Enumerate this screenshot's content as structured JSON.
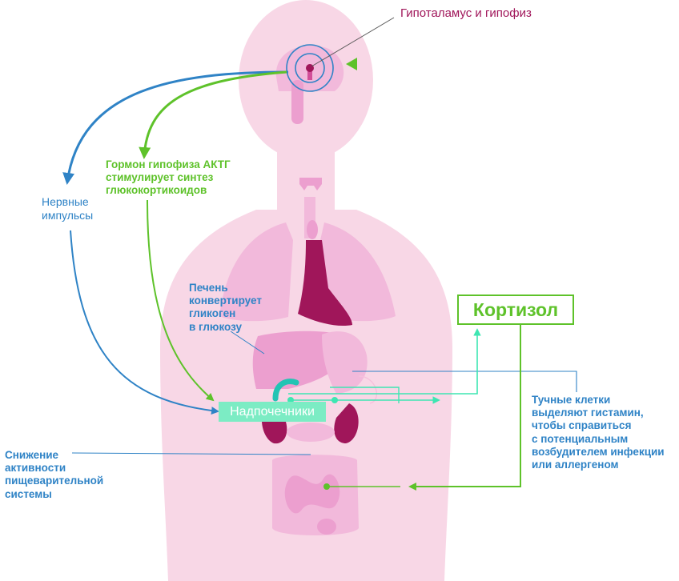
{
  "labels": {
    "hypothalamus": "Гипоталамус и гипофиз",
    "acth": "Гормон гипофиза АКТГ\nстимулирует синтез\nглюкокортикоидов",
    "nerve_impulses": "Нервные\nимпульсы",
    "liver": "Печень\nконвертирует\nгликоген\nв глюкозу",
    "cortisol": "Кортизол",
    "adrenals": "Надпочечники",
    "mast_cells": "Тучные клетки\nвыделяют гистамин,\nчтобы справиться\nс потенциальным\nвозбудителем инфекции\nили аллергеном",
    "digestion": "Снижение\nактивности\nпищеварительной\nсистемы"
  },
  "colors": {
    "body": "#f8d7e6",
    "organ_pink": "#ec9fcf",
    "organ_light": "#f2b9db",
    "organ_dark": "#a0165a",
    "blue": "#2f83c6",
    "green": "#5ec22a",
    "teal": "#3ee6b2",
    "adrenal_box": "#7cecc4",
    "label_magenta": "#a0165a"
  }
}
